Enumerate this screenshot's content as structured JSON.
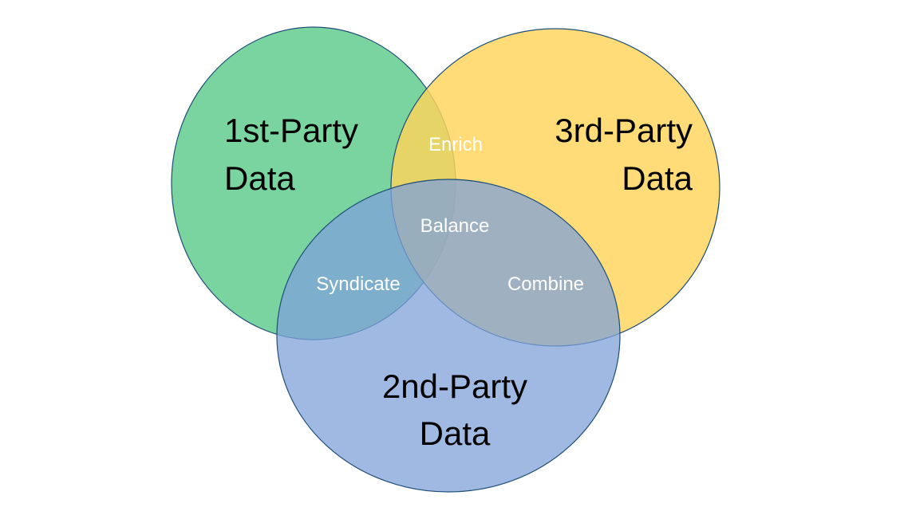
{
  "sets": {
    "first_party": {
      "line1": "1st-Party",
      "line2": "Data",
      "fill_color": "#5ccb8b",
      "stroke_color": "#1f4e79"
    },
    "third_party": {
      "line1": "3rd-Party",
      "line2": "Data",
      "fill_color": "#ffd45a",
      "stroke_color": "#1f4e79"
    },
    "second_party": {
      "line1": "2nd-Party",
      "line2": "Data",
      "fill_color": "#7fa1d9",
      "stroke_color": "#1f4e79"
    }
  },
  "intersections": {
    "first_third": "Enrich",
    "first_second": "Syndicate",
    "second_third": "Combine",
    "all_three": "Balance"
  }
}
